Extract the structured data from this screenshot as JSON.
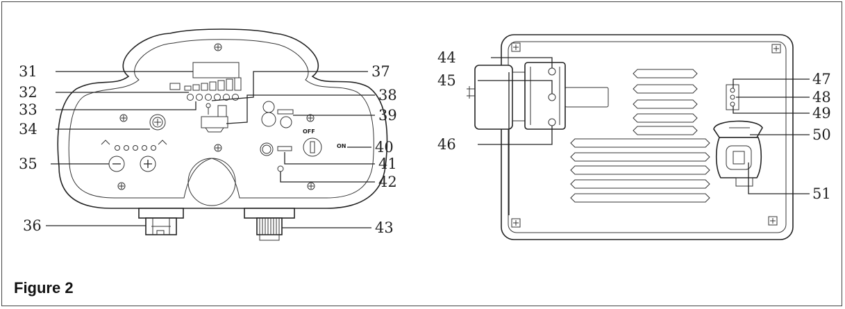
{
  "caption": "Figure 2",
  "left_panel": {
    "callouts": [
      {
        "id": "31",
        "text": "31"
      },
      {
        "id": "32",
        "text": "32"
      },
      {
        "id": "33",
        "text": "33"
      },
      {
        "id": "34",
        "text": "34"
      },
      {
        "id": "35",
        "text": "35"
      },
      {
        "id": "36",
        "text": "36"
      },
      {
        "id": "37",
        "text": "37"
      },
      {
        "id": "38",
        "text": "38"
      },
      {
        "id": "39",
        "text": "39"
      },
      {
        "id": "40",
        "text": "40"
      },
      {
        "id": "41",
        "text": "41"
      },
      {
        "id": "42",
        "text": "42"
      },
      {
        "id": "43",
        "text": "43"
      }
    ],
    "key_switch": {
      "off_label": "OFF",
      "on_label": "ON"
    }
  },
  "right_panel": {
    "callouts": [
      {
        "id": "44",
        "text": "44"
      },
      {
        "id": "45",
        "text": "45"
      },
      {
        "id": "46",
        "text": "46"
      },
      {
        "id": "47",
        "text": "47"
      },
      {
        "id": "48",
        "text": "48"
      },
      {
        "id": "49",
        "text": "49"
      },
      {
        "id": "50",
        "text": "50"
      },
      {
        "id": "51",
        "text": "51"
      }
    ]
  },
  "colors": {
    "line": "#222222",
    "frame": "#444444",
    "background": "#ffffff"
  }
}
